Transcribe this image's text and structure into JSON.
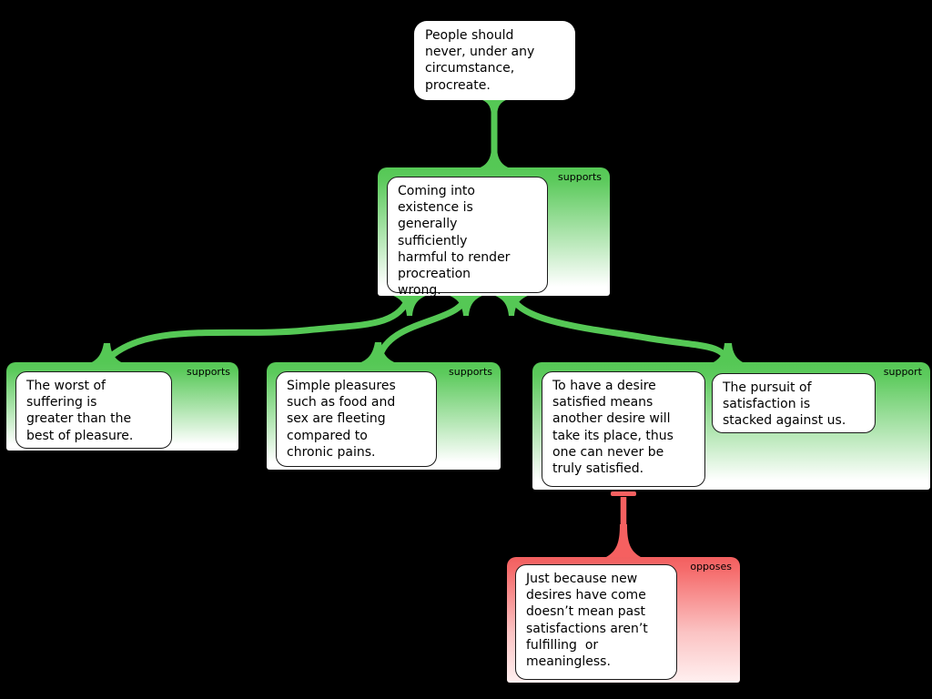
{
  "app": {
    "type": "argument-map",
    "background": "#000000"
  },
  "palette": {
    "support_color": "#55c855",
    "oppose_color": "#f25f5f",
    "statement_background": "#ffffff",
    "text_color": "#000000"
  },
  "nodes": {
    "contention": {
      "text": "People should never, under any circumstance, procreate."
    },
    "mainReason": {
      "label": "supports",
      "text": "Coming into existence is generally sufficiently harmful to render procreation wrong."
    },
    "suffering": {
      "label": "supports",
      "text": "The worst of suffering is greater than the best of pleasure."
    },
    "pleasures": {
      "label": "supports",
      "text": "Simple pleasures such as food and sex are fleeting compared to chronic pains."
    },
    "desire": {
      "label": "support",
      "text1": "To have a desire satisfied means another desire will take its place, thus one can never be truly satisfied.",
      "text2": "The pursuit of satisfaction is stacked against us."
    },
    "objection": {
      "label": "opposes",
      "text": "Just because new desires have come doesn’t mean past satisfactions aren’t fulfilling  or meaningless."
    }
  },
  "edges": [
    {
      "from": "mainReason",
      "to": "contention",
      "relation": "supports",
      "color": "#55c855"
    },
    {
      "from": "suffering",
      "to": "mainReason",
      "relation": "supports",
      "color": "#55c855"
    },
    {
      "from": "pleasures",
      "to": "mainReason",
      "relation": "supports",
      "color": "#55c855"
    },
    {
      "from": "desire",
      "to": "mainReason",
      "relation": "supports",
      "color": "#55c855"
    },
    {
      "from": "objection",
      "to": "desire",
      "relation": "opposes",
      "color": "#f25f5f"
    }
  ]
}
